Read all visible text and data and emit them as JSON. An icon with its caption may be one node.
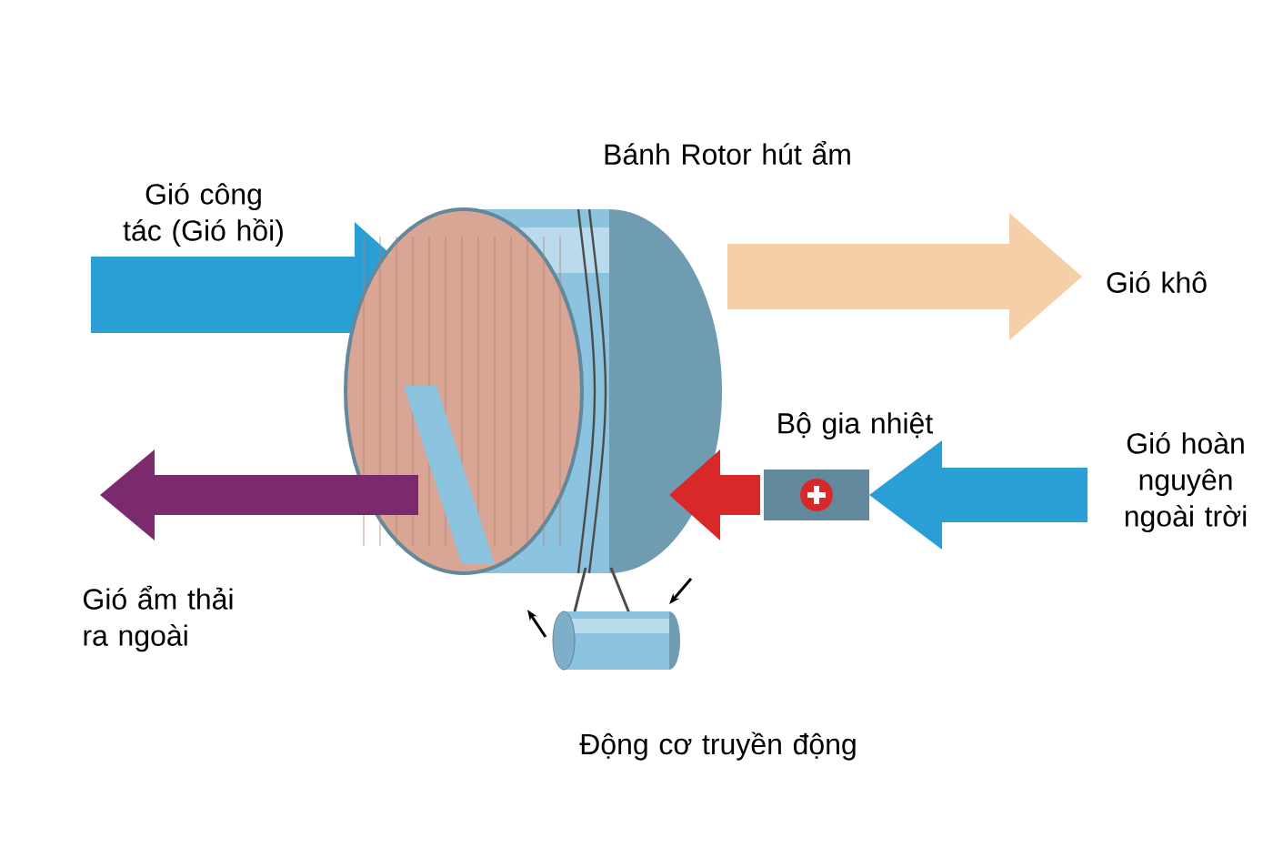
{
  "diagram": {
    "labels": [
      "Bánh Rotor hút ẩm",
      "Gió công tác (Gió hồi)",
      "Gió khô",
      "Bộ gia nhiệt",
      "Gió hoàn nguyên ngoài trời",
      "Gió ẩm thải ra ngoài",
      "Động cơ truyền động"
    ]
  }
}
